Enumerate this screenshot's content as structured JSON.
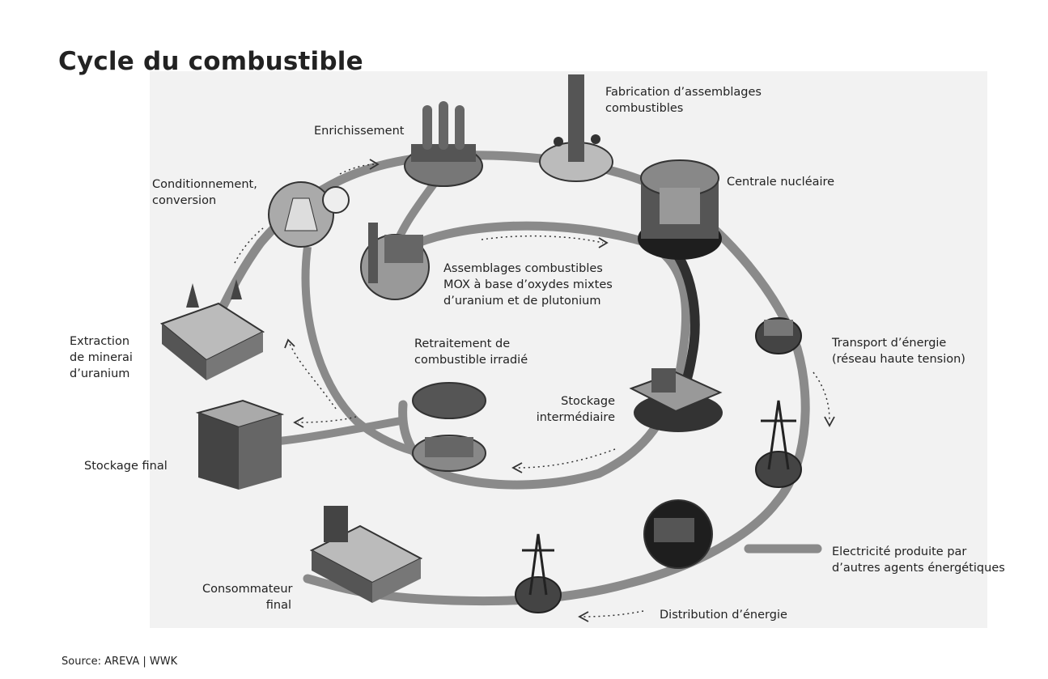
{
  "title": "Cycle du combustible",
  "source": "Source: AREVA | WWK",
  "stations": {
    "enrichment": "Enrichissement",
    "fuel_fabrication": "Fabrication d’assemblages\ncombustibles",
    "nuclear_plant": "Centrale nucléaire",
    "conversion": "Conditionnement,\nconversion",
    "mox": "Assemblages combustibles\nMOX à base d’oxydes mixtes\nd’uranium et de plutonium",
    "mining": "Extraction\nde minerai\nd’uranium",
    "reprocessing": "Retraitement de\ncombustible irradié",
    "transport": "Transport d’énergie\n(réseau haute tension)",
    "interim_storage": "Stockage\nintermédiaire",
    "final_storage": "Stockage final",
    "other_electricity": "Electricité produite par\nd’autres agents énergétiques",
    "end_consumer": "Consommateur\nfinal",
    "distribution": "Distribution d’énergie"
  },
  "colors": {
    "ring": "#8a8a8a",
    "dark_ring": "#2f2f2f",
    "panel": "#f2f2f2"
  }
}
